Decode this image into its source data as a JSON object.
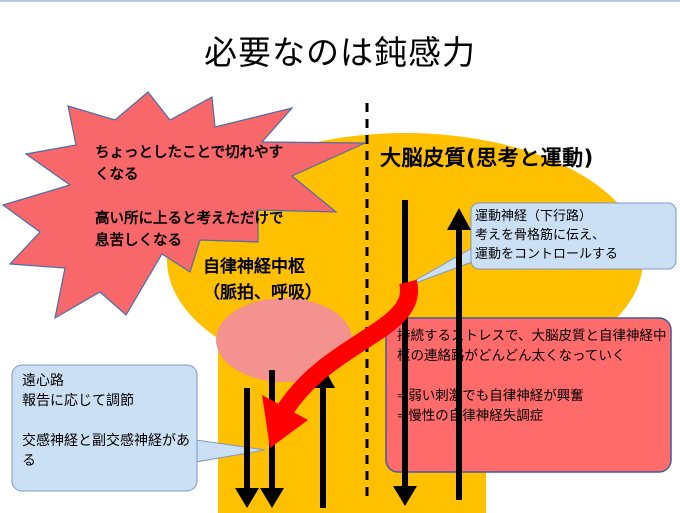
{
  "title": "必要なのは鈍感力",
  "burst_text": "ちょっとしたことで切れやすくなる\n\n高い所に上ると考えただけで息苦しくなる",
  "cortex_label": "大脳皮質(思考と運動)",
  "autonomic_center_label": "自律神経中枢\n（脈拍、呼吸）",
  "motor_nerve_callout": "運動神経（下行路）\n考えを骨格筋に伝え、\n運動をコントロールする",
  "afferent_callout": "遠心路\n報告に応じて調節\n\n交感神経と副交感神経がある",
  "stress_box": "持続するストレスで、大脳皮質と自律神経中枢の連絡路がどんどん太くなっていく\n\n⇒弱い刺激でも自律神経が興奮\n⇒慢性の自律神経失調症",
  "colors": {
    "brain": "#FFC000",
    "center": "#F4928F",
    "burst": "#F8676A",
    "callout": "#CCE0F5",
    "red_box": "#FF6B6B",
    "arrow": "#FF0000"
  }
}
